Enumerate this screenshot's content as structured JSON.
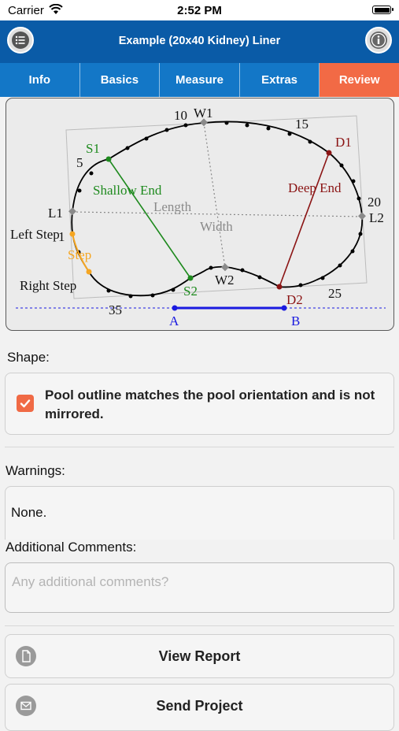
{
  "status_bar": {
    "carrier": "Carrier",
    "time": "2:52 PM"
  },
  "nav": {
    "title": "Example (20x40 Kidney) Liner",
    "menu_icon": "list-icon",
    "info_icon": "info-icon"
  },
  "tabs": [
    {
      "label": "Info",
      "active": false
    },
    {
      "label": "Basics",
      "active": false
    },
    {
      "label": "Measure",
      "active": false
    },
    {
      "label": "Extras",
      "active": false
    },
    {
      "label": "Review",
      "active": true
    }
  ],
  "diagram": {
    "labels": {
      "w1": "W1",
      "w2": "W2",
      "l1": "L1",
      "l2": "L2",
      "s1": "S1",
      "s2": "S2",
      "d1": "D1",
      "d2": "D2",
      "a": "A",
      "b": "B",
      "shallow_end": "Shallow End",
      "deep_end": "Deep End",
      "length": "Length",
      "width": "Width",
      "left_step": "Left Step",
      "right_step": "Right Step",
      "step": "Step",
      "n5": "5",
      "n10": "10",
      "n15": "15",
      "n20": "20",
      "n25": "25",
      "n35": "35",
      "n1": "1"
    },
    "colors": {
      "shallow": "#1e8a1e",
      "deep": "#8b1414",
      "ab": "#1a1ae0",
      "step": "#f5a623",
      "gray": "#8a8a8a"
    }
  },
  "shape": {
    "label": "Shape:",
    "checked": true,
    "text": "Pool outline matches the pool orientation and is not mirrored."
  },
  "warnings": {
    "label": "Warnings:",
    "text": "None."
  },
  "comments": {
    "label": "Additional Comments:",
    "placeholder": "Any additional comments?"
  },
  "buttons": {
    "view_report": "View Report",
    "send_project": "Send Project"
  },
  "accent": "#f26a45",
  "brand": "#0a5ba7"
}
